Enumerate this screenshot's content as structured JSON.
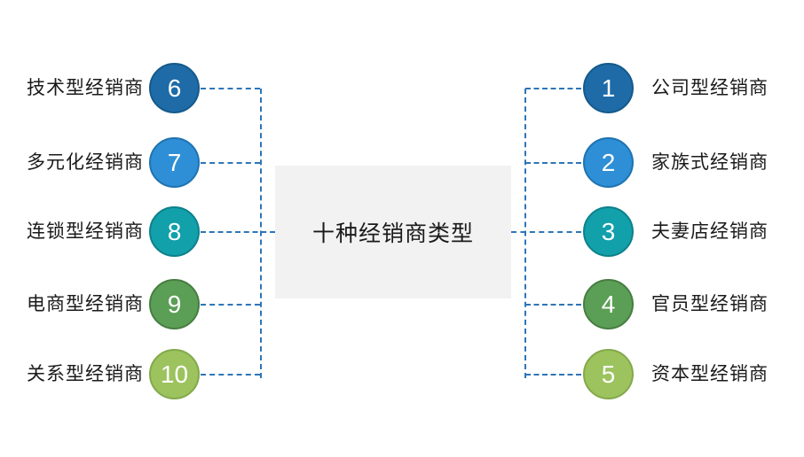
{
  "title": "十种经销商类型",
  "center_box": {
    "label": "十种经销商类型",
    "fill": "#f2f2f2",
    "text_color": "#1a1a1a"
  },
  "connector_color": "#2e75b6",
  "left_items": [
    {
      "number": "6",
      "label": "技术型经销商",
      "fill": "#1e6ba8",
      "border": "#155a8a"
    },
    {
      "number": "7",
      "label": "多元化经销商",
      "fill": "#2e8fd6",
      "border": "#1f73b0"
    },
    {
      "number": "8",
      "label": "连锁型经销商",
      "fill": "#12a0ab",
      "border": "#0d818a"
    },
    {
      "number": "9",
      "label": "电商型经销商",
      "fill": "#5b9e55",
      "border": "#477d42"
    },
    {
      "number": "10",
      "label": "关系型经销商",
      "fill": "#9cc35e",
      "border": "#83a94b"
    }
  ],
  "right_items": [
    {
      "number": "1",
      "label": "公司型经销商",
      "fill": "#1e6ba8",
      "border": "#155a8a"
    },
    {
      "number": "2",
      "label": "家族式经销商",
      "fill": "#2e8fd6",
      "border": "#1f73b0"
    },
    {
      "number": "3",
      "label": "夫妻店经销商",
      "fill": "#12a0ab",
      "border": "#0d818a"
    },
    {
      "number": "4",
      "label": "官员型经销商",
      "fill": "#5b9e55",
      "border": "#477d42"
    },
    {
      "number": "5",
      "label": "资本型经销商",
      "fill": "#9cc35e",
      "border": "#83a94b"
    }
  ]
}
